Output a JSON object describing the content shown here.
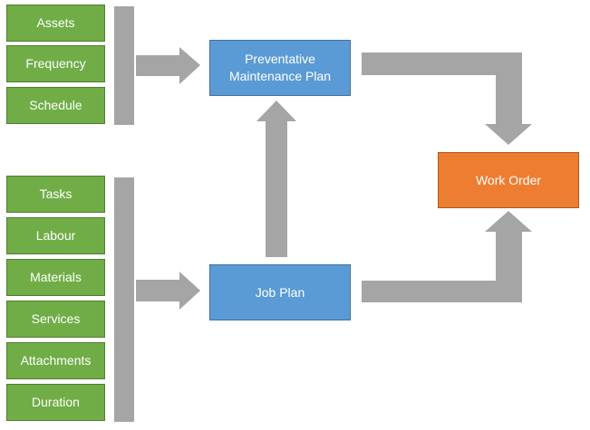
{
  "group_top": {
    "items": [
      {
        "id": "assets",
        "label": "Assets"
      },
      {
        "id": "frequency",
        "label": "Frequency"
      },
      {
        "id": "schedule",
        "label": "Schedule"
      }
    ]
  },
  "group_bottom": {
    "items": [
      {
        "id": "tasks",
        "label": "Tasks"
      },
      {
        "id": "labour",
        "label": "Labour"
      },
      {
        "id": "materials",
        "label": "Materials"
      },
      {
        "id": "services",
        "label": "Services"
      },
      {
        "id": "attachments",
        "label": "Attachments"
      },
      {
        "id": "duration",
        "label": "Duration"
      }
    ]
  },
  "nodes": {
    "pm_plan": {
      "line1": "Preventative",
      "line2": "Maintenance Plan"
    },
    "job_plan": {
      "label": "Job Plan"
    },
    "work_order": {
      "label": "Work Order"
    }
  },
  "colors": {
    "input_box": "#70ad47",
    "plan_box": "#5b9bd5",
    "work_order_box": "#ed7d31",
    "connector": "#a5a5a5"
  },
  "edges": [
    {
      "from": "group_top",
      "to": "pm_plan"
    },
    {
      "from": "group_bottom",
      "to": "job_plan"
    },
    {
      "from": "job_plan",
      "to": "pm_plan"
    },
    {
      "from": "pm_plan",
      "to": "work_order"
    },
    {
      "from": "job_plan",
      "to": "work_order"
    }
  ]
}
